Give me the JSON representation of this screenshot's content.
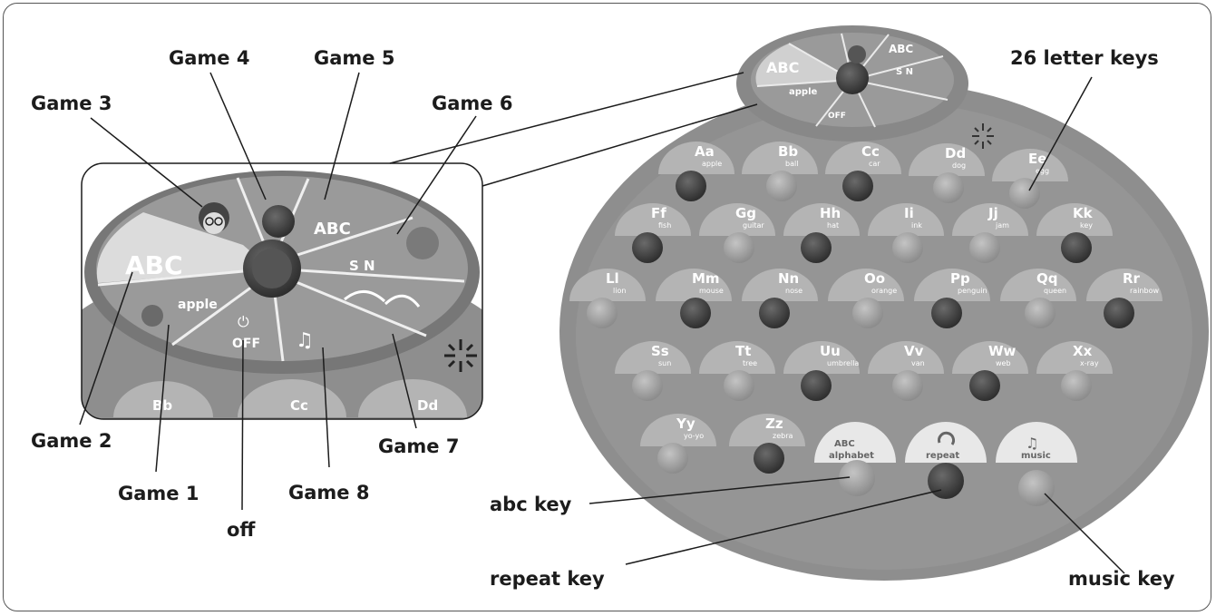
{
  "callouts": {
    "game1": "Game 1",
    "game2": "Game 2",
    "game3": "Game 3",
    "game4": "Game 4",
    "game5": "Game 5",
    "game6": "Game 6",
    "game7": "Game 7",
    "game8": "Game 8",
    "off": "off",
    "letter_keys": "26 letter keys",
    "abc_key": "abc key",
    "repeat_key": "repeat key",
    "music_key": "music key"
  },
  "dial": {
    "abc": "ABC",
    "apple": "apple",
    "off": "OFF",
    "sn": "S N"
  },
  "letter_keys": [
    {
      "letter": "Aa",
      "word": "apple"
    },
    {
      "letter": "Bb",
      "word": "ball"
    },
    {
      "letter": "Cc",
      "word": "car"
    },
    {
      "letter": "Dd",
      "word": "dog"
    },
    {
      "letter": "Ee",
      "word": "egg"
    },
    {
      "letter": "Ff",
      "word": "fish"
    },
    {
      "letter": "Gg",
      "word": "guitar"
    },
    {
      "letter": "Hh",
      "word": "hat"
    },
    {
      "letter": "Ii",
      "word": "ink"
    },
    {
      "letter": "Jj",
      "word": "jam"
    },
    {
      "letter": "Kk",
      "word": "key"
    },
    {
      "letter": "Ll",
      "word": "lion"
    },
    {
      "letter": "Mm",
      "word": "mouse"
    },
    {
      "letter": "Nn",
      "word": "nose"
    },
    {
      "letter": "Oo",
      "word": "orange"
    },
    {
      "letter": "Pp",
      "word": "penguin"
    },
    {
      "letter": "Qq",
      "word": "queen"
    },
    {
      "letter": "Rr",
      "word": "rainbow"
    },
    {
      "letter": "Ss",
      "word": "sun"
    },
    {
      "letter": "Tt",
      "word": "tree"
    },
    {
      "letter": "Uu",
      "word": "umbrella"
    },
    {
      "letter": "Vv",
      "word": "van"
    },
    {
      "letter": "Ww",
      "word": "web"
    },
    {
      "letter": "Xx",
      "word": "x-ray"
    },
    {
      "letter": "Yy",
      "word": "yo-yo"
    },
    {
      "letter": "Zz",
      "word": "zebra"
    }
  ],
  "function_keys": {
    "alphabet": "alphabet",
    "repeat": "repeat",
    "music": "music"
  },
  "zoom_keys": {
    "bb": "Bb",
    "cc": "Cc",
    "dd": "Dd"
  },
  "colors": {
    "toy_body": "#8e8e8e",
    "key_plate": "#b4b4b4",
    "button_dark": "#3c3c3c",
    "button_light": "#9c9c9c",
    "outline": "#1c1c1c"
  }
}
